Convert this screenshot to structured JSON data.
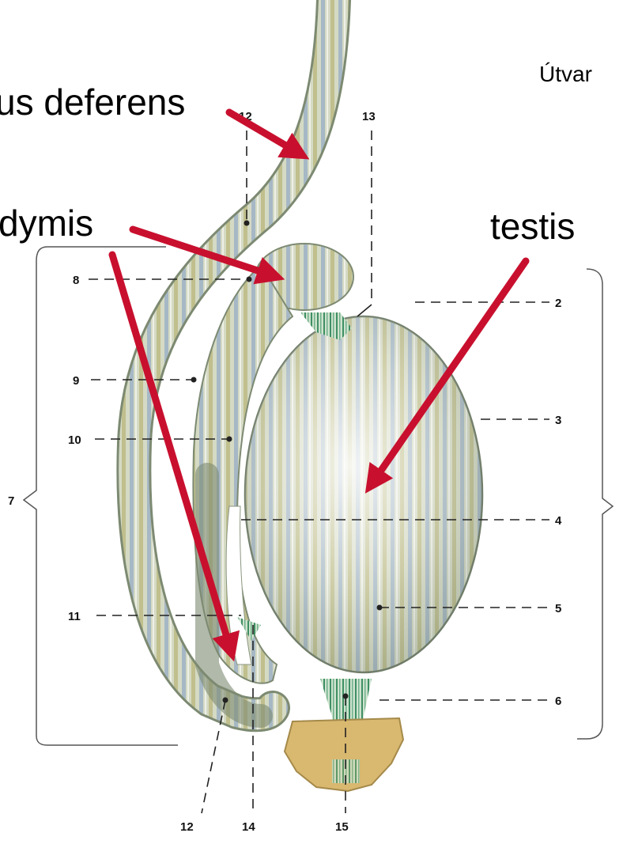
{
  "labels": {
    "vas_deferens": "us deferens",
    "epididymis": "dymis",
    "testis": "testis",
    "corner_text": "Útvar"
  },
  "numbers": {
    "n2": "2",
    "n3": "3",
    "n4": "4",
    "n5": "5",
    "n6": "6",
    "n7": "7",
    "n8": "8",
    "n9": "9",
    "n10": "10",
    "n11": "11",
    "n12_top": "12",
    "n13": "13",
    "n12_bottom": "12",
    "n14": "14",
    "n15": "15"
  },
  "colors": {
    "arrow": "#c8102e",
    "organ_base": "#cfd6bf",
    "stripe_yellow": "#b7b06a",
    "stripe_blue": "#8ea9c9",
    "vessel_green": "#4f9a74",
    "ligament": "#d9b870"
  }
}
